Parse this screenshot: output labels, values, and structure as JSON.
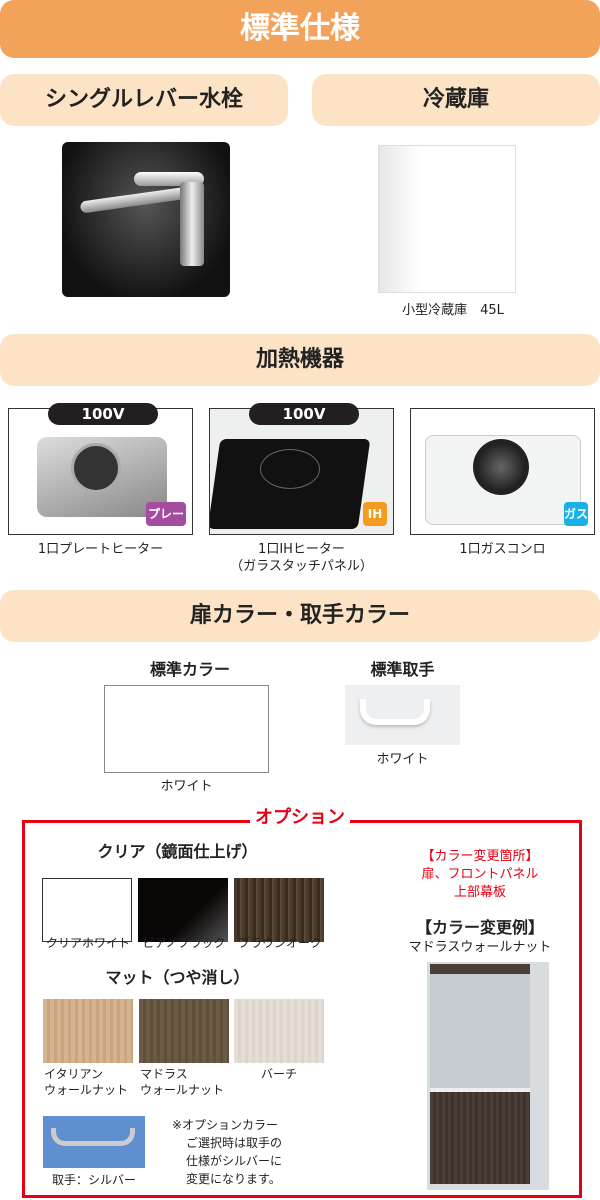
{
  "header": {
    "title": "標準仕様"
  },
  "sections": {
    "faucet": "シングルレバー水栓",
    "fridge": "冷蔵庫",
    "heating": "加熱機器",
    "colors": "扉カラー・取手カラー"
  },
  "fridge_caption": "小型冷蔵庫　45L",
  "heaters": [
    {
      "badge": "100V",
      "tag": "プレート",
      "tag_color": "#a54ca0",
      "caption": "1口プレートヒーター",
      "caption2": ""
    },
    {
      "badge": "100V",
      "tag": "IH",
      "tag_color": "#f39c1f",
      "caption": "1口IHヒーター",
      "caption2": "（ガラスタッチパネル）"
    },
    {
      "badge": "",
      "tag": "ガス",
      "tag_color": "#1ab0e8",
      "caption": "1口ガスコンロ",
      "caption2": ""
    }
  ],
  "standard": {
    "color_label": "標準カラー",
    "color_name": "ホワイト",
    "handle_label": "標準取手",
    "handle_name": "ホワイト"
  },
  "option": {
    "title": "オプション",
    "clear_label": "クリア（鏡面仕上げ）",
    "clear": [
      {
        "name": "クリアホワイト",
        "color": "#ffffff"
      },
      {
        "name": "ピアノブラック",
        "color": "#0a0606"
      },
      {
        "name": "ブラウンオーク",
        "color": "#4a3a2c"
      }
    ],
    "matt_label": "マット（つや消し）",
    "matt": [
      {
        "name": "イタリアン",
        "name2": "ウォールナット",
        "color": "#d4b38e"
      },
      {
        "name": "マドラス",
        "name2": "ウォールナット",
        "color": "#6b5a44"
      },
      {
        "name": "バーチ",
        "name2": "",
        "color": "#e6ded6"
      }
    ],
    "handle_caption": "取手：シルバー",
    "note": [
      "※オプションカラー",
      "ご選択時は取手の",
      "仕様がシルバーに",
      "変更になります。"
    ],
    "change_parts": [
      "【カラー変更箇所】",
      "扉、フロントパネル",
      "上部幕板"
    ],
    "example_title": "【カラー変更例】",
    "example_name": "マドラスウォールナット"
  }
}
